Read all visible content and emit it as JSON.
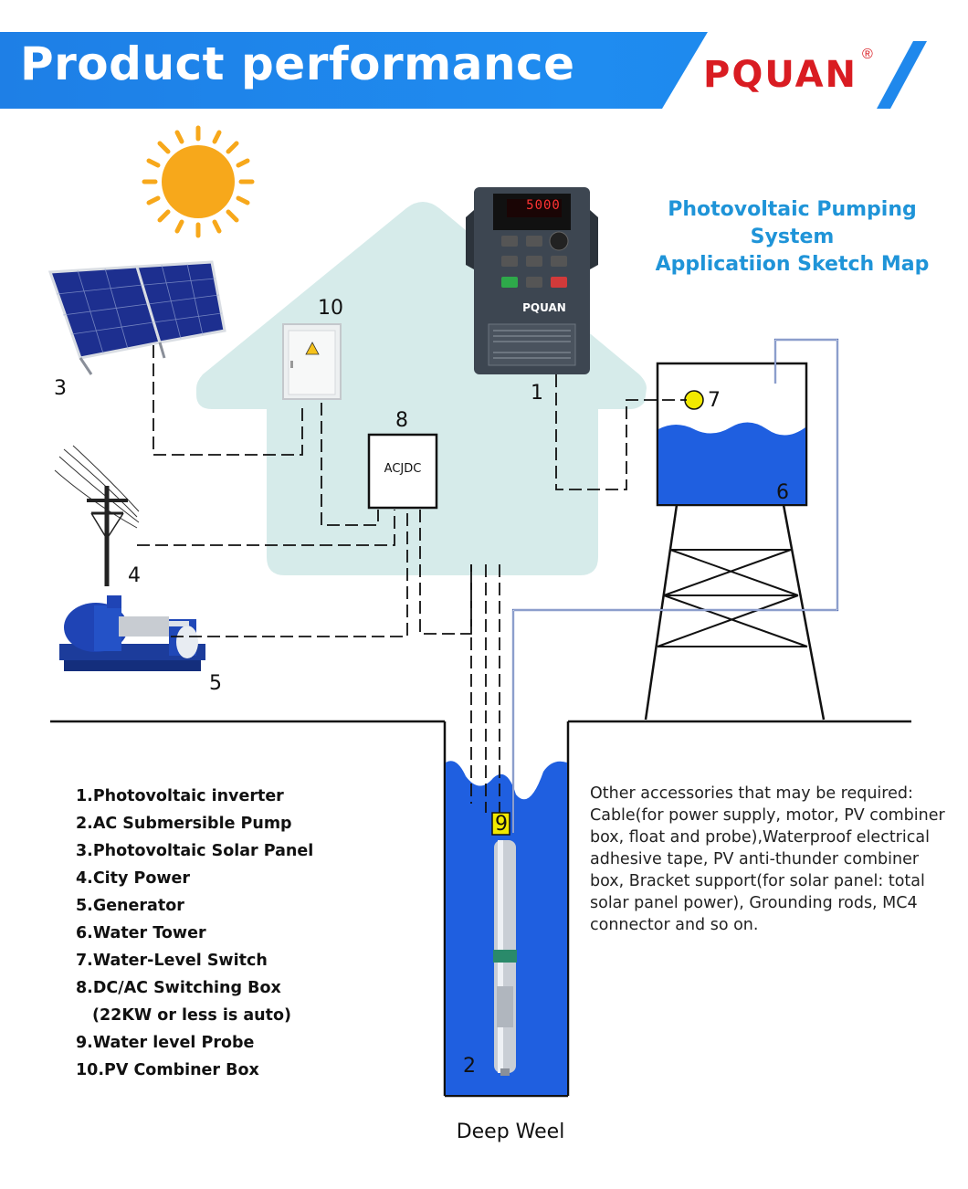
{
  "header": {
    "title": "Product performance",
    "brand": "PQUAN",
    "registered_mark": "®"
  },
  "diagram": {
    "title_line1": "Photovoltaic Pumping System",
    "title_line2": "Applicatiion Sketch Map",
    "inverter_brand": "PQUAN",
    "inverter_display": "5000",
    "switch_box_label": "ACJDC",
    "labels": {
      "n1": "1",
      "n2": "2",
      "n3": "3",
      "n4": "4",
      "n5": "5",
      "n6": "6",
      "n7": "7",
      "n8": "8",
      "n9": "9",
      "n10": "10"
    },
    "well_caption": "Deep Weel"
  },
  "legend": [
    "1.Photovoltaic inverter",
    "2.AC Submersible Pump",
    "3.Photovoltaic Solar Panel",
    "4.City Power",
    "5.Generator",
    "6.Water Tower",
    "7.Water-Level Switch",
    "8.DC/AC Switching Box",
    "(22KW or less is auto)",
    "9.Water level Probe",
    "10.PV Combiner Box"
  ],
  "accessories": "Other accessories that may be required: Cable(for power supply, motor, PV combiner box, float and probe),Waterproof electrical adhesive tape, PV anti-thunder combiner box, Bracket support(for solar panel: total solar panel power), Grounding rods, MC4 connector and so on.",
  "colors": {
    "banner": "#1f88ec",
    "brand_red": "#d91c22",
    "title_blue": "#1f94d8",
    "house": "#d6ebea",
    "water": "#1f5fe0",
    "sun": "#f7a81b"
  },
  "icons": [
    "sun-icon",
    "solar-panel-icon",
    "power-pole-icon",
    "generator-icon",
    "inverter-icon",
    "combiner-box-icon",
    "water-tower-icon",
    "submersible-pump-icon",
    "float-switch-icon"
  ]
}
